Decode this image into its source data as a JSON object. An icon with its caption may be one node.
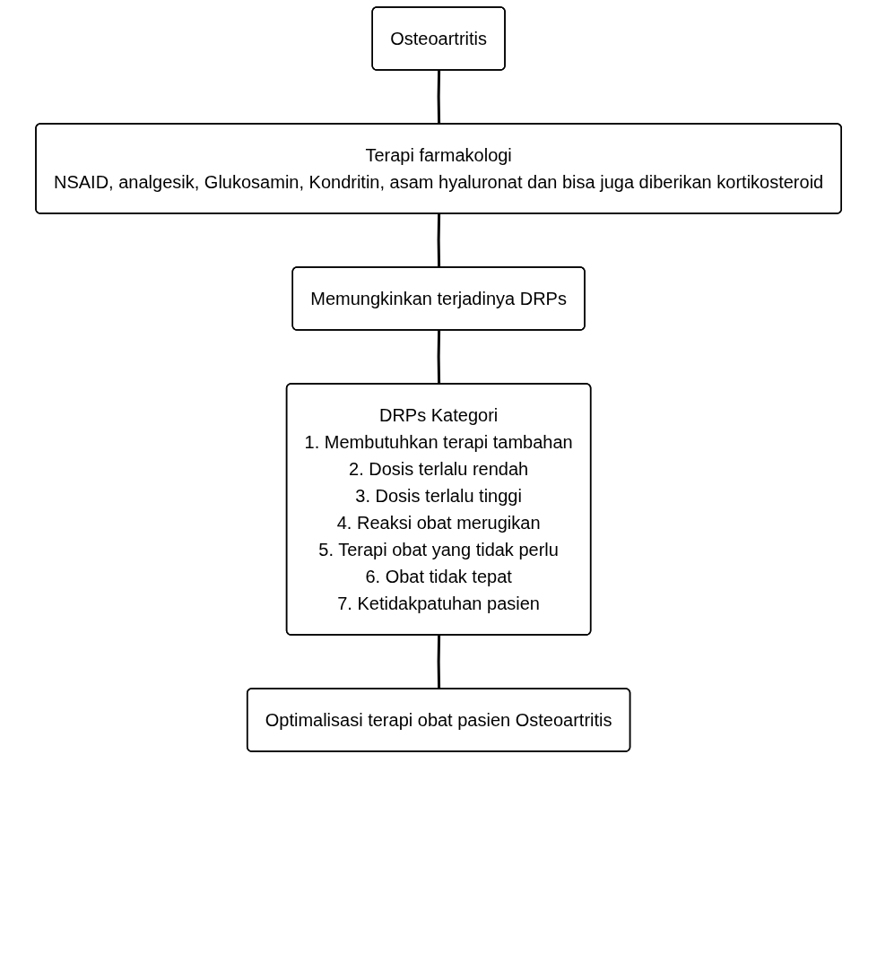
{
  "diagram": {
    "nodes": [
      {
        "text": [
          "Osteoartritis"
        ]
      },
      {
        "text": [
          "Terapi farmakologi",
          "NSAID, analgesik, Glukosamin, Kondritin, asam hyaluronat dan bisa juga diberikan kortikosteroid"
        ]
      },
      {
        "text": [
          "Memungkinkan terjadinya DRPs"
        ]
      },
      {
        "text": [
          "DRPs Kategori",
          "1. Membutuhkan terapi tambahan",
          "2. Dosis terlalu rendah",
          "3. Dosis terlalu tinggi",
          "4. Reaksi obat merugikan",
          "5. Terapi obat yang tidak perlu",
          "6. Obat tidak tepat",
          "7. Ketidakpatuhan pasien"
        ]
      },
      {
        "text": [
          "Optimalisasi terapi obat pasien Osteoartritis"
        ]
      }
    ],
    "edges": [
      {
        "from": 0,
        "to": 1,
        "arrow": "none"
      },
      {
        "from": 1,
        "to": 2,
        "arrow": "none"
      },
      {
        "from": 2,
        "to": 3,
        "arrow": "none"
      },
      {
        "from": 3,
        "to": 4,
        "arrow": "none"
      }
    ]
  }
}
